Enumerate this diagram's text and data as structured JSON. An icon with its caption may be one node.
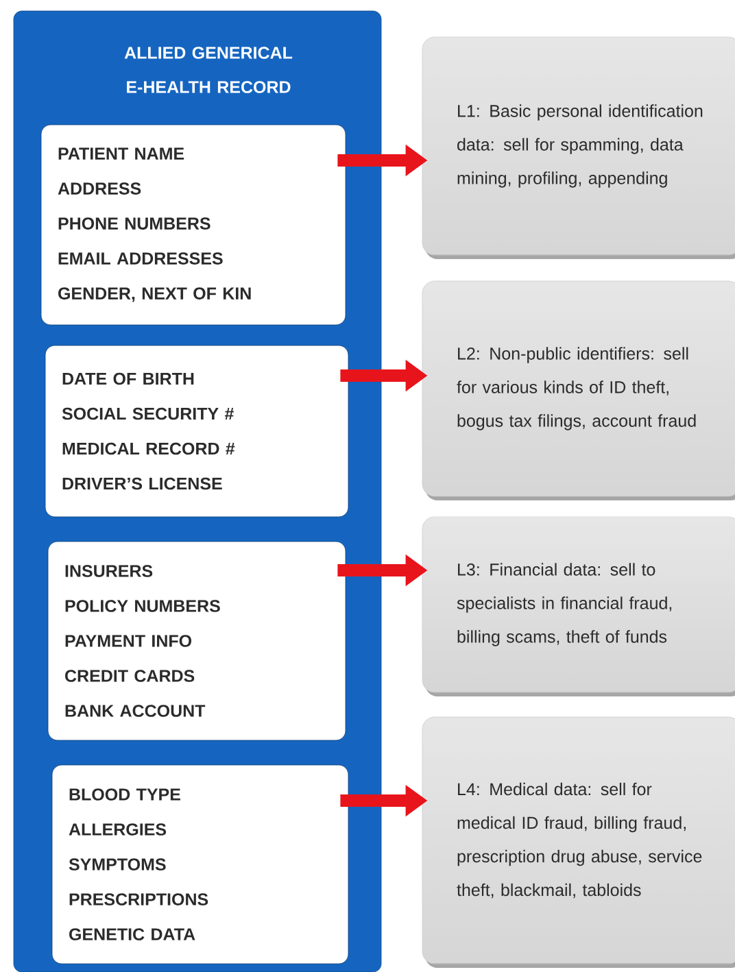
{
  "diagram": {
    "nodes": [
      {
        "text": [
          "ALLIED GENERICAL E-HEALTH RECORD"
        ]
      },
      {
        "text": [
          "PATIENT NAME",
          "ADDRESS",
          "PHONE NUMBERS",
          "EMAIL ADDRESSES",
          "GENDER, NEXT OF KIN"
        ],
        "in": 0
      },
      {
        "text": [
          "DATE OF BIRTH",
          "SOCIAL SECURITY #",
          "MEDICAL RECORD #",
          "DRIVER’S LICENSE"
        ],
        "in": 0
      },
      {
        "text": [
          "INSURERS",
          "POLICY NUMBERS",
          "PAYMENT INFO",
          "CREDIT CARDS",
          "BANK ACCOUNT"
        ],
        "in": 0
      },
      {
        "text": [
          "BLOOD TYPE",
          "ALLERGIES",
          "SYMPTOMS",
          "PRESCRIPTIONS",
          "GENETIC DATA"
        ],
        "in": 0
      },
      {
        "text": [
          "L1: Basic personal identification data: sell for spamming, data mining, profiling, appending"
        ]
      },
      {
        "text": [
          "L2: Non-public identifiers: sell for various kinds of ID theft, bogus tax filings, account fraud"
        ]
      },
      {
        "text": [
          "L3: Financial data: sell to specialists in financial fraud, billing scams, theft of funds"
        ]
      },
      {
        "text": [
          "L4: Medical data: sell for medical ID fraud, billing fraud, prescription drug abuse, service theft, blackmail, tabloids"
        ]
      }
    ],
    "edges": [
      {
        "from": 1,
        "to": 5,
        "arrow": "to"
      },
      {
        "from": 2,
        "to": 6,
        "arrow": "to"
      },
      {
        "from": 3,
        "to": 7,
        "arrow": "to"
      },
      {
        "from": 4,
        "to": 8,
        "arrow": "to"
      }
    ]
  }
}
